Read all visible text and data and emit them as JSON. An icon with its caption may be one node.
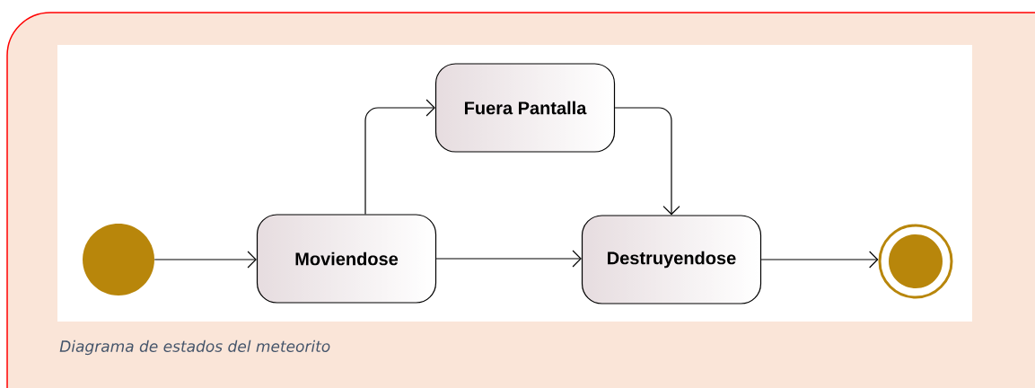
{
  "diagram": {
    "caption": "Diagrama de estados del meteorito",
    "nodes": [
      {
        "text": [],
        "shape": "circle"
      },
      {
        "text": [
          "Moviendose"
        ]
      },
      {
        "text": [
          "Fuera Pantalla"
        ]
      },
      {
        "text": [
          "Destruyendose"
        ]
      },
      {
        "text": [],
        "shape": "circle"
      }
    ],
    "edges": [
      {
        "from": 0,
        "to": 1,
        "arrow": "to"
      },
      {
        "from": 1,
        "to": 2,
        "arrow": "to"
      },
      {
        "from": 2,
        "to": 3,
        "arrow": "to"
      },
      {
        "from": 1,
        "to": 3,
        "arrow": "to"
      },
      {
        "from": 3,
        "to": 4,
        "arrow": "to"
      }
    ]
  }
}
